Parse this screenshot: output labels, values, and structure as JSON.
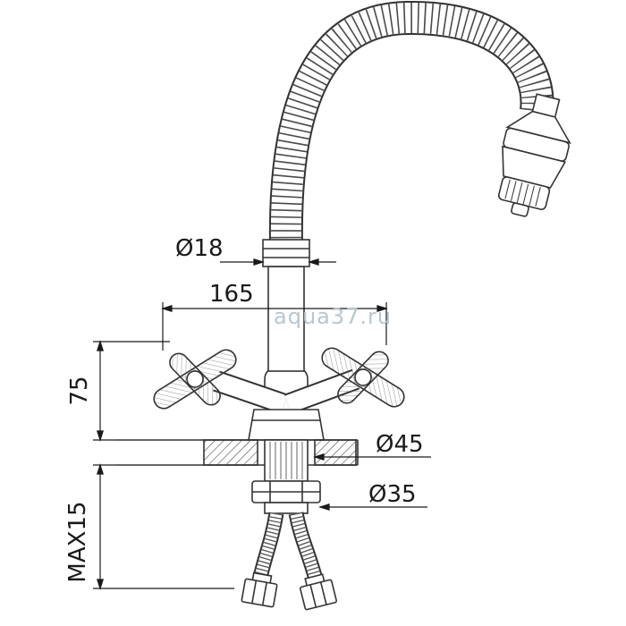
{
  "title": "faucet-technical-drawing",
  "watermark": "aqua37.ru",
  "labels": {
    "spout_diameter": "Ø18",
    "overall_width": "165",
    "body_height": "75",
    "max_mount_thickness": "MAX15",
    "hole_diameter": "Ø45",
    "nut_diameter": "Ø35"
  },
  "colors": {
    "line": "#333333",
    "dimension": "#1a1a1a",
    "watermark": "#b7c3cd",
    "background": "#ffffff"
  }
}
